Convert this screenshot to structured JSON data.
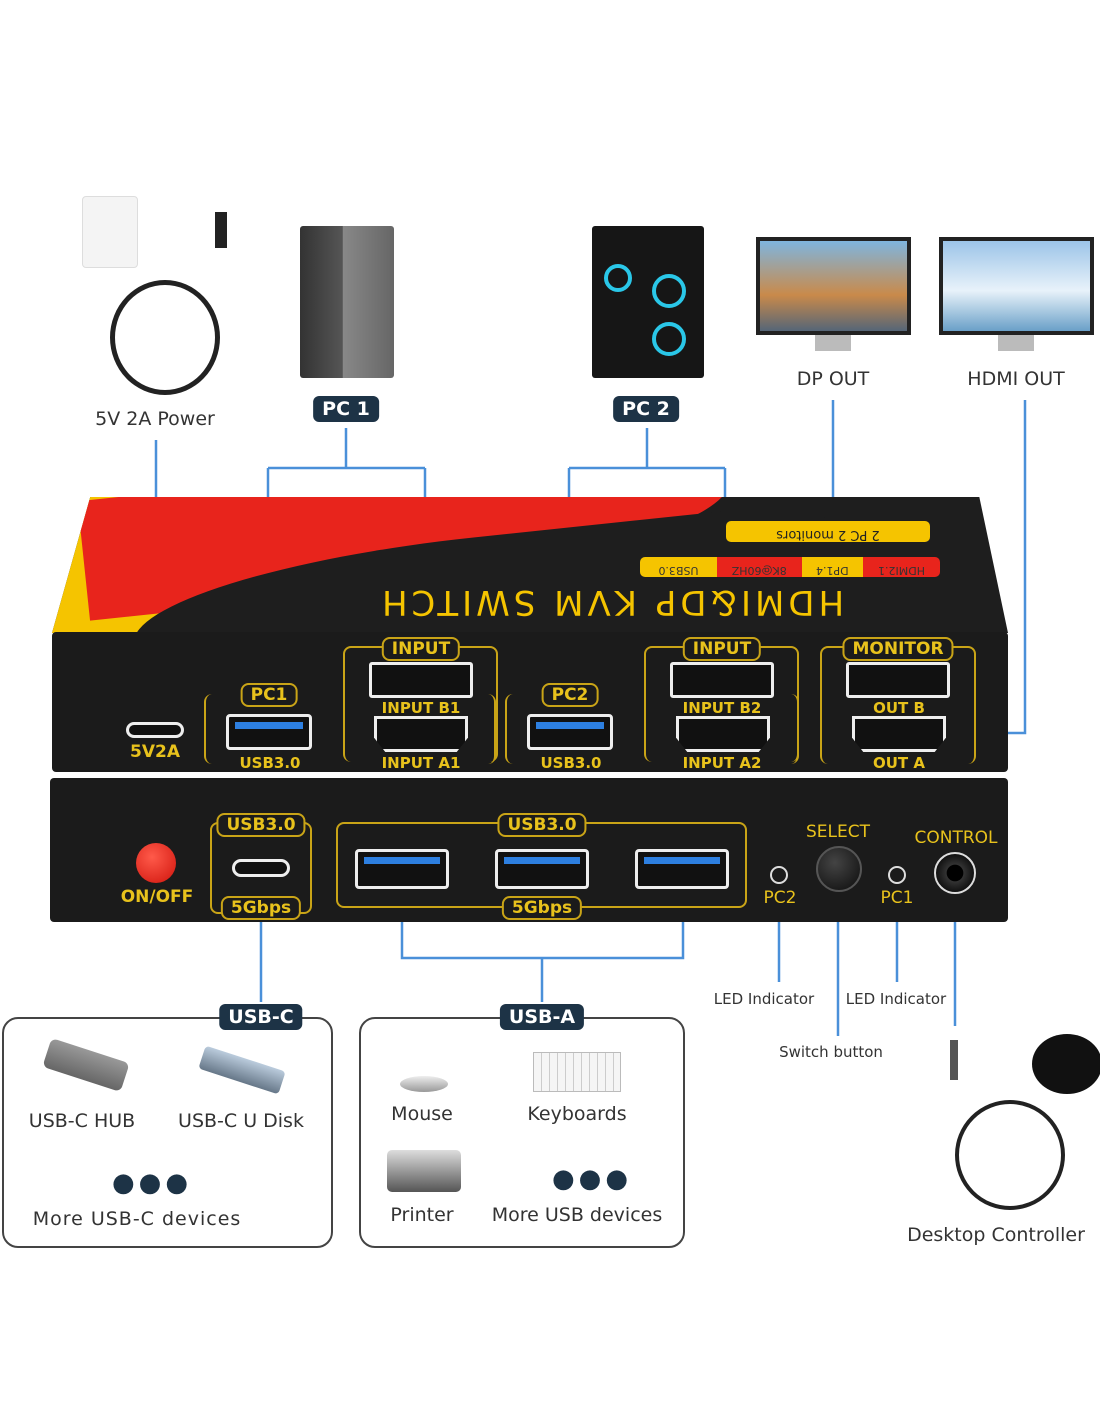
{
  "top": {
    "power": "5V 2A Power",
    "pc1": "PC 1",
    "pc2": "PC 2",
    "dp_out": "DP OUT",
    "hdmi_out": "HDMI OUT"
  },
  "switch_top": {
    "title": "HDMI&DP KVM SWITCH",
    "tag1": "2 PC 2 monitors",
    "specs": [
      "HDMI2.1",
      "DP1.4",
      "8K@60HZ",
      "USB3.0"
    ]
  },
  "front": {
    "power_port": "5V2A",
    "pc1": "PC1",
    "pc2": "PC2",
    "input": "INPUT",
    "input_b1": "INPUT B1",
    "input_a1": "INPUT A1",
    "input_b2": "INPUT B2",
    "input_a2": "INPUT A2",
    "usb30": "USB3.0",
    "monitor": "MONITOR",
    "out_b": "OUT B",
    "out_a": "OUT A"
  },
  "lower": {
    "onoff": "ON/OFF",
    "usbc_top": "USB3.0",
    "usbc_bottom": "5Gbps",
    "usba_top": "USB3.0",
    "usba_bottom": "5Gbps",
    "select": "SELECT",
    "control": "CONTROL",
    "pc2": "PC2",
    "pc1": "PC1"
  },
  "callouts": {
    "led1": "LED Indicator",
    "led2": "LED Indicator",
    "switch_button": "Switch button",
    "controller": "Desktop Controller"
  },
  "usbc_box": {
    "badge": "USB-C",
    "items": [
      "USB-C HUB",
      "USB-C U Disk"
    ],
    "more": "More USB-C devices"
  },
  "usba_box": {
    "badge": "USB-A",
    "items": [
      "Mouse",
      "Keyboards",
      "Printer"
    ],
    "more": "More USB devices"
  },
  "colors": {
    "line": "#4a90d9",
    "yellow": "#e8c21c",
    "red": "#e8241c",
    "navy": "#1d3346"
  }
}
